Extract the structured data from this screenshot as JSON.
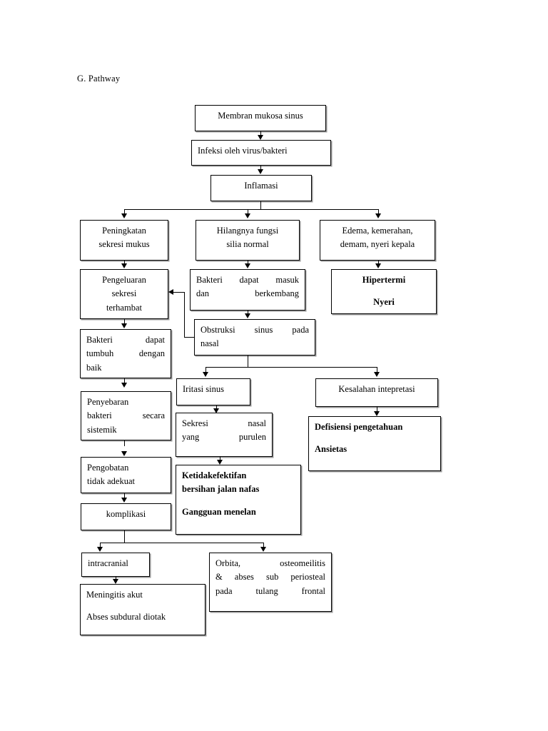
{
  "document": {
    "heading": "G. Pathway"
  },
  "chart_data": {
    "type": "diagram",
    "title": "G. Pathway",
    "subtype": "flowchart",
    "orientation": "top-down",
    "nodes": [
      {
        "id": "n1",
        "label": "Membran mukosa sinus",
        "lines": [
          "Membran mukosa sinus"
        ],
        "emphasis": "normal",
        "align": "center"
      },
      {
        "id": "n2",
        "label": "Infeksi oleh virus/bakteri",
        "lines": [
          "Infeksi oleh virus/bakteri"
        ],
        "emphasis": "normal",
        "align": "left"
      },
      {
        "id": "n3",
        "label": "Inflamasi",
        "lines": [
          "Inflamasi"
        ],
        "emphasis": "normal",
        "align": "center"
      },
      {
        "id": "n4",
        "label": "Peningkatan sekresi mukus",
        "lines": [
          "Peningkatan",
          "sekresi mukus"
        ],
        "emphasis": "normal",
        "align": "center"
      },
      {
        "id": "n5",
        "label": "Hilangnya fungsi silia normal",
        "lines": [
          "Hilangnya fungsi",
          "silia normal"
        ],
        "emphasis": "normal",
        "align": "center"
      },
      {
        "id": "n6",
        "label": "Edema, kemerahan, demam, nyeri kepala",
        "lines": [
          "Edema, kemerahan,",
          "demam, nyeri kepala"
        ],
        "emphasis": "normal",
        "align": "center"
      },
      {
        "id": "n7",
        "label": "Pengeluaran sekresi terhambat",
        "lines": [
          "Pengeluaran",
          "sekresi",
          "terhambat"
        ],
        "emphasis": "normal",
        "align": "center"
      },
      {
        "id": "n8",
        "label": "Bakteri dapat masuk dan berkembang",
        "lines": [
          "Bakteri   dapat   masuk",
          "dan berkembang"
        ],
        "emphasis": "normal",
        "align": "justify"
      },
      {
        "id": "n9",
        "label": "Hipertermi / Nyeri",
        "lines": [
          "Hipertermi",
          "Nyeri"
        ],
        "emphasis": "bold",
        "align": "center"
      },
      {
        "id": "n10",
        "label": "Obstruksi sinus pada nasal",
        "lines": [
          "Obstruksi   sinus   pada",
          "nasal"
        ],
        "emphasis": "normal",
        "align": "justify"
      },
      {
        "id": "n11",
        "label": "Bakteri dapat tumbuh dengan baik",
        "lines": [
          "Bakteri       dapat",
          "tumbuh   dengan",
          "baik"
        ],
        "emphasis": "normal",
        "align": "justify"
      },
      {
        "id": "n12",
        "label": "Iritasi sinus",
        "lines": [
          "Iritasi sinus"
        ],
        "emphasis": "normal",
        "align": "left"
      },
      {
        "id": "n13",
        "label": "Kesalahan intepretasi",
        "lines": [
          "Kesalahan intepretasi"
        ],
        "emphasis": "normal",
        "align": "center"
      },
      {
        "id": "n14",
        "label": "Penyebaran bakteri secara sistemik",
        "lines": [
          "Penyebaran",
          "bakteri    secara",
          "sistemik"
        ],
        "emphasis": "normal",
        "align": "justify"
      },
      {
        "id": "n15",
        "label": "Sekresi nasal yang purulen",
        "lines": [
          "Sekresi        nasal",
          "yang purulen"
        ],
        "emphasis": "normal",
        "align": "justify"
      },
      {
        "id": "n16",
        "label": "Defisiensi pengetahuan / Ansietas",
        "lines": [
          "Defisiensi pengetahuan",
          "Ansietas"
        ],
        "emphasis": "bold",
        "align": "left"
      },
      {
        "id": "n17",
        "label": "Pengobatan tidak adekuat",
        "lines": [
          "Pengobatan",
          "tidak adekuat"
        ],
        "emphasis": "normal",
        "align": "left"
      },
      {
        "id": "n18",
        "label": "Ketidakefektifan bersihan jalan nafas / Gangguan menelan",
        "lines": [
          "Ketidakefektifan",
          "bersihan jalan nafas",
          "Gangguan menelan"
        ],
        "emphasis": "bold",
        "align": "left"
      },
      {
        "id": "n19",
        "label": "komplikasi",
        "lines": [
          "komplikasi"
        ],
        "emphasis": "normal",
        "align": "center"
      },
      {
        "id": "n20",
        "label": "intracranial",
        "lines": [
          "intracranial"
        ],
        "emphasis": "normal",
        "align": "left"
      },
      {
        "id": "n21",
        "label": "Orbita, osteomeilitis & abses sub periosteal pada tulang frontal",
        "lines": [
          "Orbita,      osteomeilitis",
          "& abses sub periosteal",
          "pada tulang frontal"
        ],
        "emphasis": "normal",
        "align": "justify"
      },
      {
        "id": "n22",
        "label": "Meningitis akut / Abses subdural diotak",
        "lines": [
          "Meningitis akut",
          "Abses subdural diotak"
        ],
        "emphasis": "normal",
        "align": "left"
      }
    ],
    "edges": [
      {
        "from": "n1",
        "to": "n2",
        "type": "arrow"
      },
      {
        "from": "n2",
        "to": "n3",
        "type": "arrow"
      },
      {
        "from": "n3",
        "to": "n4",
        "type": "arrow"
      },
      {
        "from": "n3",
        "to": "n5",
        "type": "arrow"
      },
      {
        "from": "n3",
        "to": "n6",
        "type": "arrow"
      },
      {
        "from": "n4",
        "to": "n7",
        "type": "arrow"
      },
      {
        "from": "n5",
        "to": "n8",
        "type": "arrow"
      },
      {
        "from": "n6",
        "to": "n9",
        "type": "arrow"
      },
      {
        "from": "n8",
        "to": "n10",
        "type": "arrow"
      },
      {
        "from": "n10",
        "to": "n7",
        "type": "feedback-arrow"
      },
      {
        "from": "n7",
        "to": "n11",
        "type": "arrow"
      },
      {
        "from": "n10",
        "to": "n12",
        "type": "arrow"
      },
      {
        "from": "n10",
        "to": "n13",
        "type": "arrow"
      },
      {
        "from": "n11",
        "to": "n14",
        "type": "arrow"
      },
      {
        "from": "n12",
        "to": "n15",
        "type": "arrow"
      },
      {
        "from": "n13",
        "to": "n16",
        "type": "arrow"
      },
      {
        "from": "n14",
        "to": "n17",
        "type": "arrow"
      },
      {
        "from": "n15",
        "to": "n18",
        "type": "arrow"
      },
      {
        "from": "n17",
        "to": "n19",
        "type": "arrow"
      },
      {
        "from": "n19",
        "to": "n20",
        "type": "arrow"
      },
      {
        "from": "n19",
        "to": "n21",
        "type": "arrow"
      },
      {
        "from": "n20",
        "to": "n22",
        "type": "arrow"
      }
    ],
    "colors": {
      "stroke": "#000000",
      "fill": "#ffffff",
      "text": "#000000"
    }
  }
}
